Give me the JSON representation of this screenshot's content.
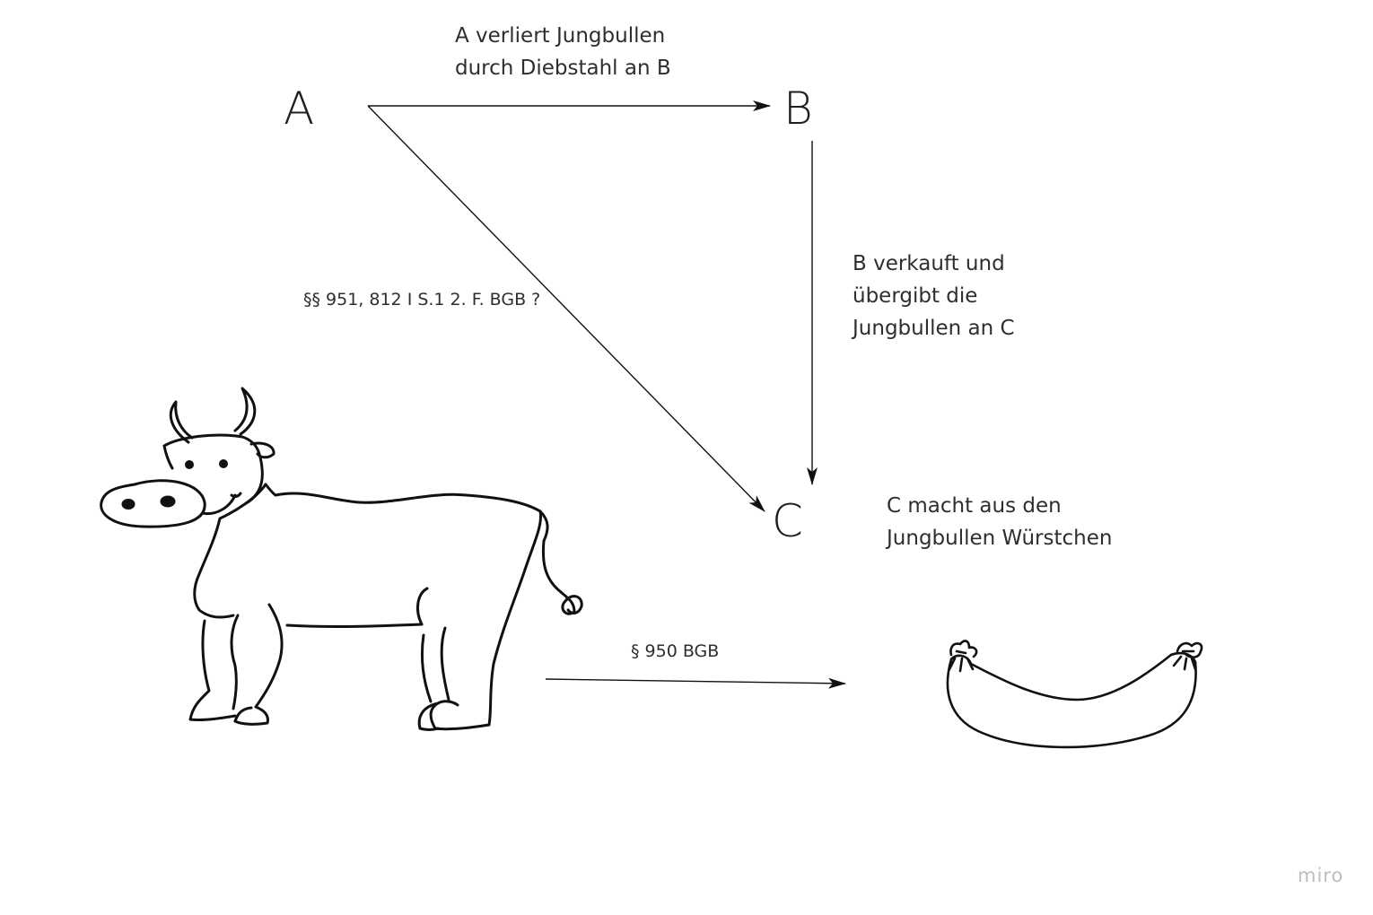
{
  "nodes": {
    "a": "A",
    "b": "B",
    "c": "C"
  },
  "edges": {
    "a_to_b": "A verliert Jungbullen\ndurch Diebstahl an B",
    "b_to_c": "B verkauft und\nübergibt die\nJungbullen an C",
    "a_to_c": "§§ 951, 812 I S.1 2. F. BGB ?",
    "cow_to_sausage": "§ 950 BGB"
  },
  "notes": {
    "c_note": "C macht aus den\nJungbullen Würstchen"
  },
  "icons": {
    "cow": "cow-drawing-icon",
    "sausage": "sausage-drawing-icon"
  },
  "brand": "miro",
  "colors": {
    "stroke": "#111111",
    "text": "#2e2e2e",
    "brand": "#bdbdbd",
    "background": "#ffffff"
  }
}
